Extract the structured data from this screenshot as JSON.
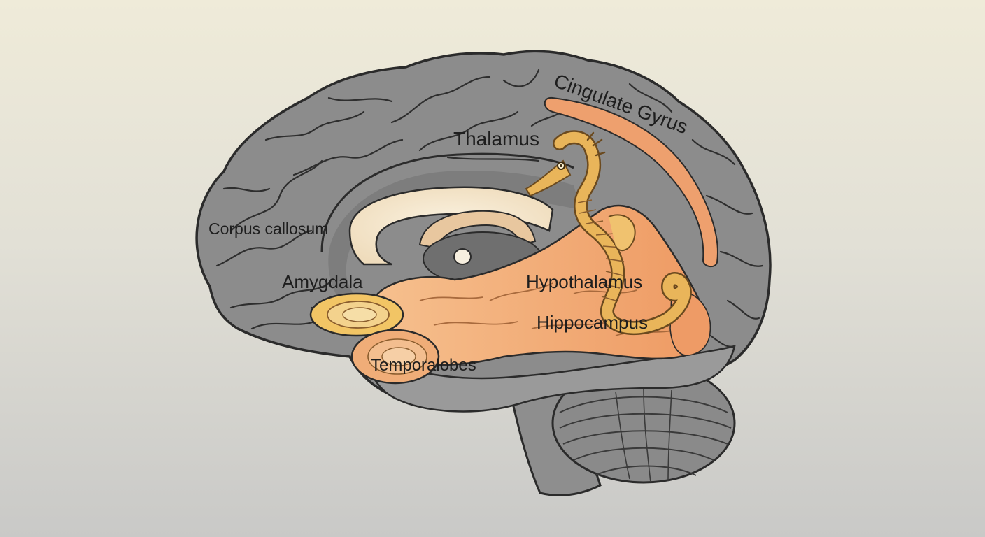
{
  "labels": {
    "cingulate_gyrus": "Cingulate Gyrus",
    "thalamus": "Thalamus",
    "corpus_callosum": "Corpus callosum",
    "amygdala": "Amygdala",
    "hypothalamus": "Hypothalamus",
    "hippocampus": "Hippocampus",
    "temporal_lobes": "Temporalobes"
  },
  "colors": {
    "cortex": "#8c8c8c",
    "cortex_dark": "#7b7b7b",
    "outline": "#2b2b2b",
    "limbic": "#f2b07a",
    "limbic_dark": "#e8955c",
    "seahorse": "#e9b55a",
    "callosum": "#f4e7cf",
    "amygdala": "#f3c766"
  },
  "icons": {
    "hippocampus_symbol": "seahorse-icon"
  }
}
